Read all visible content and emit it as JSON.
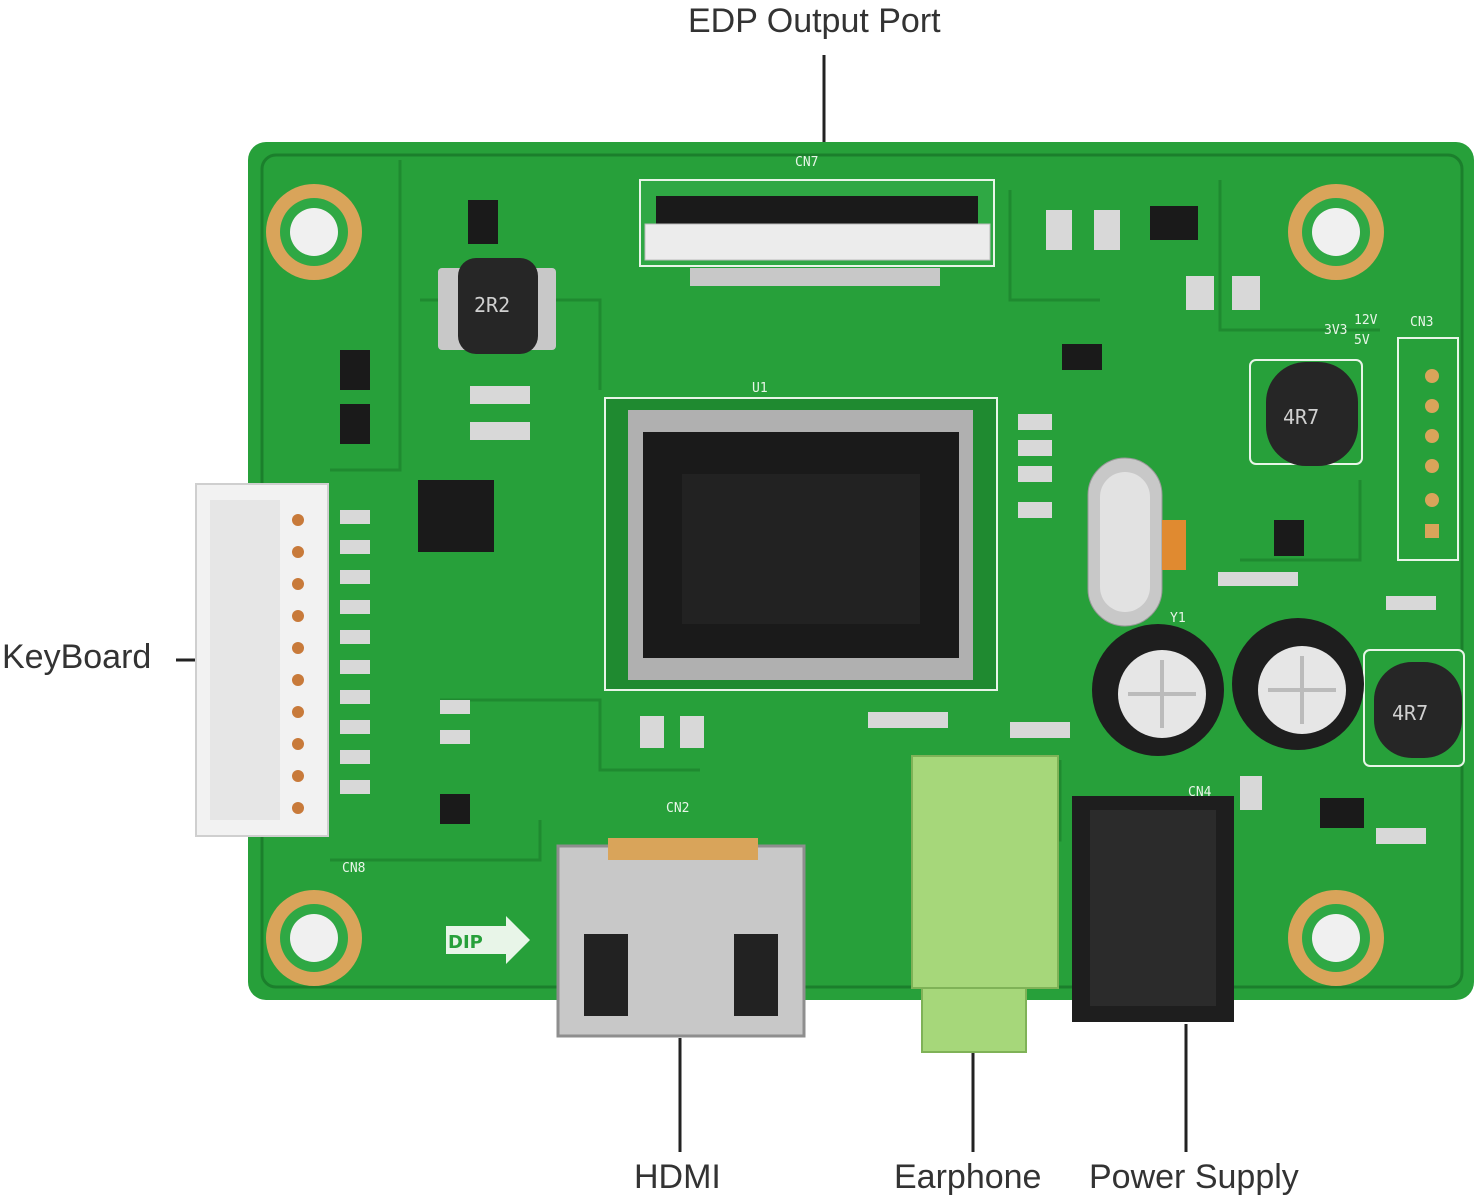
{
  "callouts": {
    "edp": "EDP Output Port",
    "keyboard": "KeyBoard",
    "hdmi": "HDMI",
    "earphone": "Earphone",
    "power": "Power Supply"
  },
  "board": {
    "connector_cn7": "CN7",
    "connector_cn3": "CN3",
    "connector_cn2": "CN2",
    "connector_cn8": "CN8",
    "connector_cn4": "CN4",
    "inductor_l3": "2R2",
    "inductor_l2": "4R7",
    "inductor_l1": "4R7",
    "chip_u1": "U1",
    "crystal_y1": "Y1",
    "dip_label": "DIP",
    "power_12v": "12V",
    "power_5v": "5V",
    "power_3v3": "3V3"
  },
  "colors": {
    "pcb": "#27a03a",
    "pcb_dark": "#1b7f2c",
    "silk": "#e8f5e8",
    "pad": "#d9a45a",
    "chip": "#1a1a1a",
    "metal": "#c8c8c8",
    "jack_green": "#a6d77a"
  }
}
